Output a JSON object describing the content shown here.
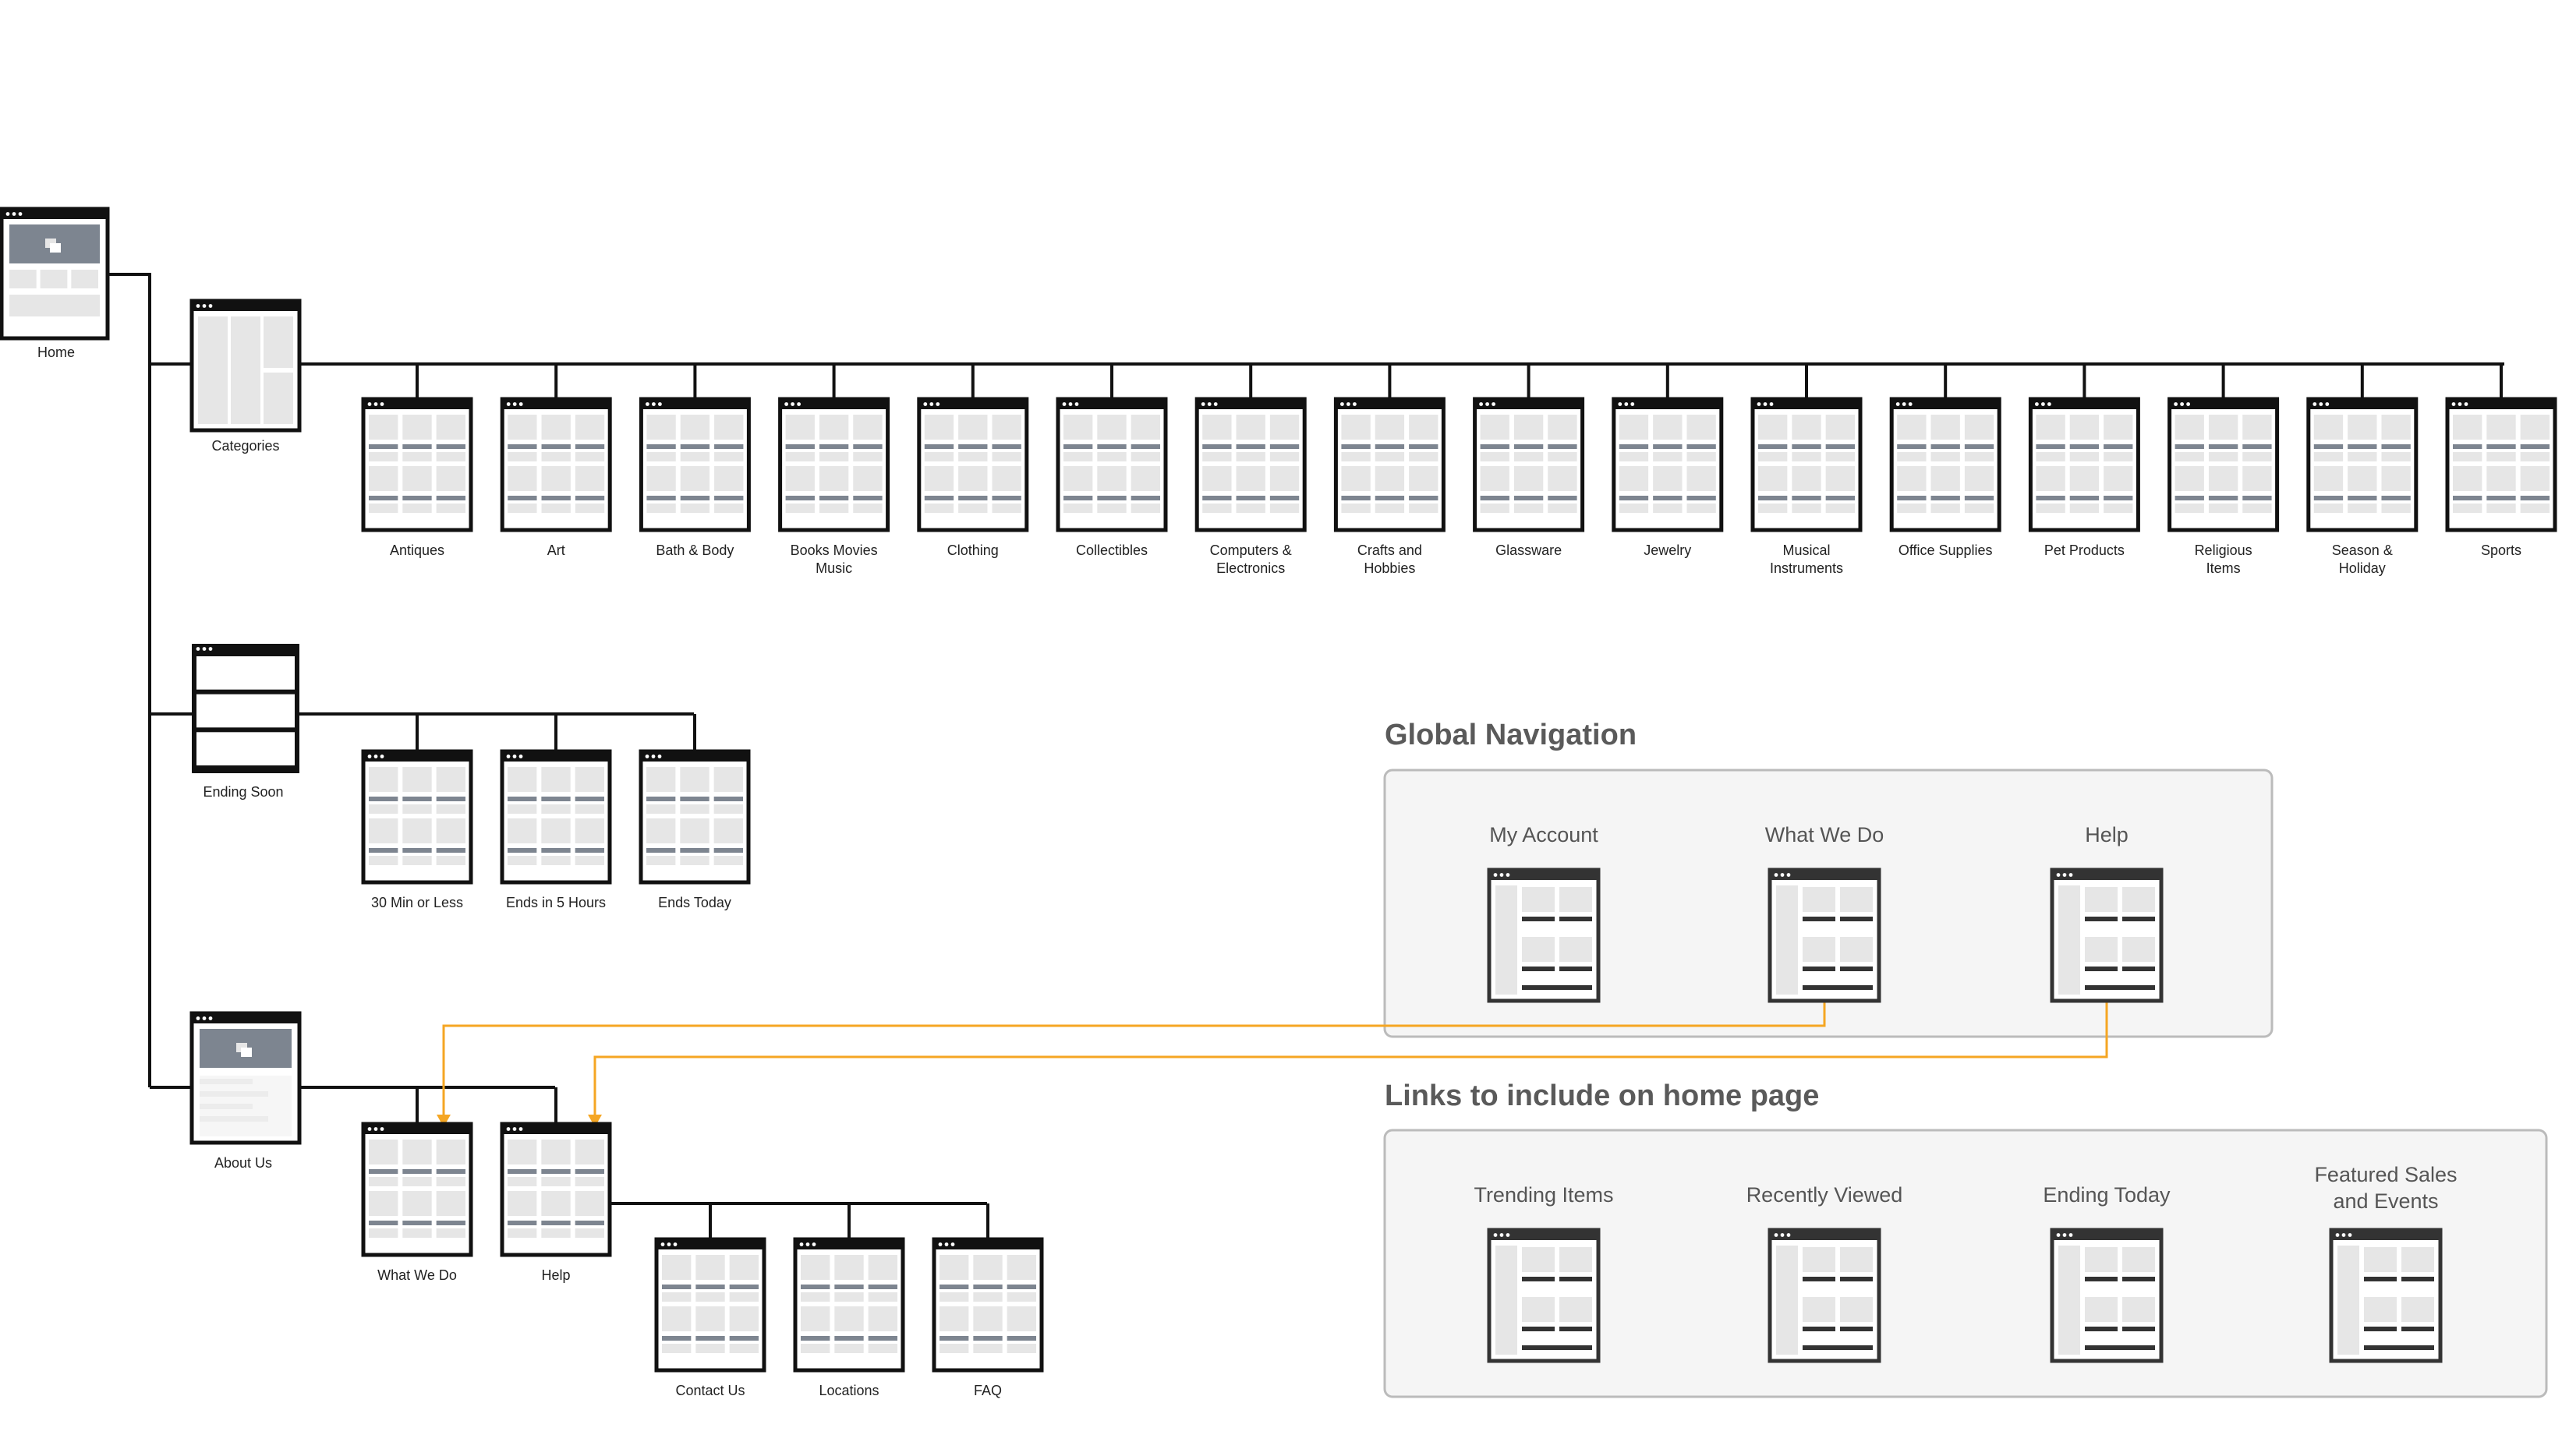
{
  "home": {
    "label": "Home"
  },
  "sections": {
    "categories": {
      "label": "Categories",
      "children": [
        "Antiques",
        "Art",
        "Bath & Body",
        "Books Movies\nMusic",
        "Clothing",
        "Collectibles",
        "Computers &\nElectronics",
        "Crafts and\nHobbies",
        "Glassware",
        "Jewelry",
        "Musical\nInstruments",
        "Office Supplies",
        "Pet Products",
        "Religious\nItems",
        "Season &\nHoliday",
        "Sports"
      ]
    },
    "ending_soon": {
      "label": "Ending Soon",
      "children": [
        "30 Min or Less",
        "Ends in 5 Hours",
        "Ends Today"
      ]
    },
    "about_us": {
      "label": "About Us",
      "children": [
        "What We Do",
        "Help"
      ],
      "help_children": [
        "Contact Us",
        "Locations",
        "FAQ"
      ]
    }
  },
  "global_navigation": {
    "title": "Global Navigation",
    "items": [
      "My Account",
      "What We Do",
      "Help"
    ]
  },
  "home_links": {
    "title": "Links to include on home page",
    "items": [
      "Trending Items",
      "Recently Viewed",
      "Ending Today",
      "Featured Sales\nand Events"
    ]
  },
  "colors": {
    "line": "#111111",
    "frame_dark": "#111111",
    "frame_gray": "#333333",
    "placeholder": "#e6e6e6",
    "bar": "#7d8590",
    "panel_bg": "#f5f5f5",
    "panel_border": "#bbbbbb",
    "connector": "#f5a623"
  },
  "icons": {
    "page": "page-wireframe-icon",
    "hero": "hero-page-icon",
    "list": "list-page-icon",
    "columns": "columns-page-icon"
  }
}
